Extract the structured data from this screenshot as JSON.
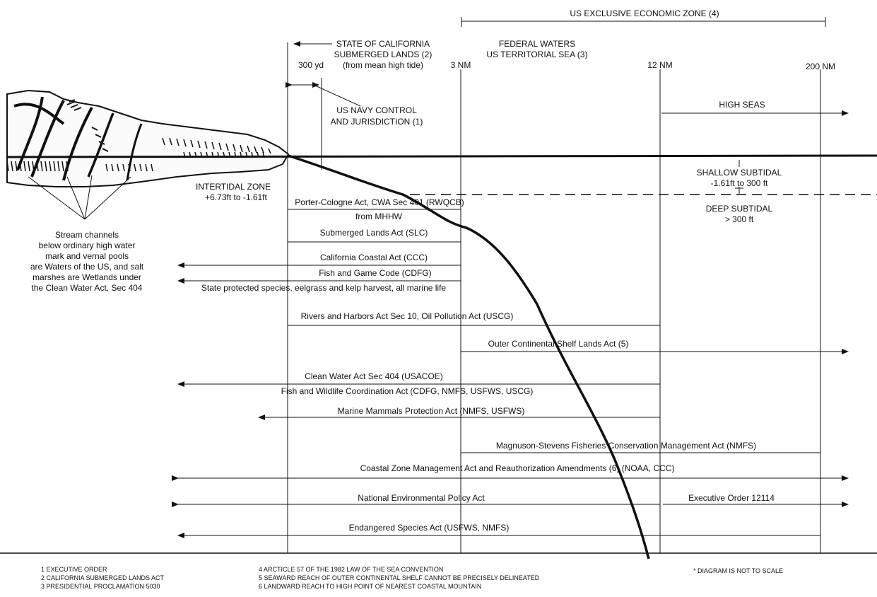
{
  "top_labels": {
    "eez": "US EXCLUSIVE ECONOMIC ZONE (4)",
    "state_line1": "STATE OF CALIFORNIA",
    "state_line2": "SUBMERGED LANDS (2)",
    "state_line3": "(from mean high tide)",
    "federal_line1": "FEDERAL WATERS",
    "federal_line2": "US TERRITORIAL SEA (3)",
    "d300yd": "300 yd",
    "d3nm": "3 NM",
    "d12nm": "12 NM",
    "d200nm": "200 NM",
    "navy_line1": "US NAVY CONTROL",
    "navy_line2": "AND JURISDICTION (1)",
    "high_seas": "HIGH SEAS"
  },
  "zones": {
    "intertidal_line1": "INTERTIDAL ZONE",
    "intertidal_line2": "+6.73ft to -1.61ft",
    "shallow_line1": "SHALLOW SUBTIDAL",
    "shallow_line2": "-1.61ft to 300 ft",
    "deep_line1": "DEEP SUBTIDAL",
    "deep_line2": "> 300 ft"
  },
  "stream_note": [
    "Stream channels",
    "below ordinary high water",
    "mark and vernal pools",
    "are Waters of the US, and salt",
    "marshes are Wetlands under",
    "the Clean Water Act, Sec 404"
  ],
  "laws": {
    "porter1": "Porter-Cologne Act, CWA Sec 401 (RWQCB)",
    "porter2": "from MHHW",
    "slc": "Submerged Lands Act (SLC)",
    "ccc": "California Coastal Act (CCC)",
    "fgc": "Fish and Game Code (CDFG)",
    "state_species": "State protected species, eelgrass and kelp harvest, all marine life",
    "rivers": "Rivers and Harbors Act Sec 10, Oil Pollution Act (USCG)",
    "ocsla": "Outer Continental Shelf Lands Act (5)",
    "cwa404": "Clean Water Act Sec 404 (USACOE)",
    "fwca": "Fish and Wildlife Coordination Act (CDFG, NMFS, USFWS, USCG)",
    "mmpa": "Marine Mammals Protection Act (NMFS, USFWS)",
    "msa": "Magnuson-Stevens Fisheries Conservation Management Act (NMFS)",
    "czma": "Coastal Zone Management Act and Reauthorization Amendments (6) (NOAA, CCC)",
    "nepa": "National Environmental Policy Act",
    "eo": "Executive Order 12114",
    "esa": "Endangered Species Act (USFWS, NMFS)"
  },
  "footnotes": {
    "col1": [
      "1  EXECUTIVE ORDER",
      "2  CALIFORNIA SUBMERGED LANDS ACT",
      "3  PRESIDENTIAL PROCLAMATION 5030"
    ],
    "col2": [
      "4  ARCTICLE 57 OF THE 1982 LAW OF THE SEA CONVENTION",
      "5  SEAWARD REACH OF OUTER CONTINENTAL SHELF CANNOT BE PRECISELY DELINEATED",
      "6  LANDWARD REACH TO HIGH POINT OF NEAREST COASTAL MOUNTAIN"
    ],
    "scale": "* DIAGRAM IS NOT TO SCALE"
  }
}
